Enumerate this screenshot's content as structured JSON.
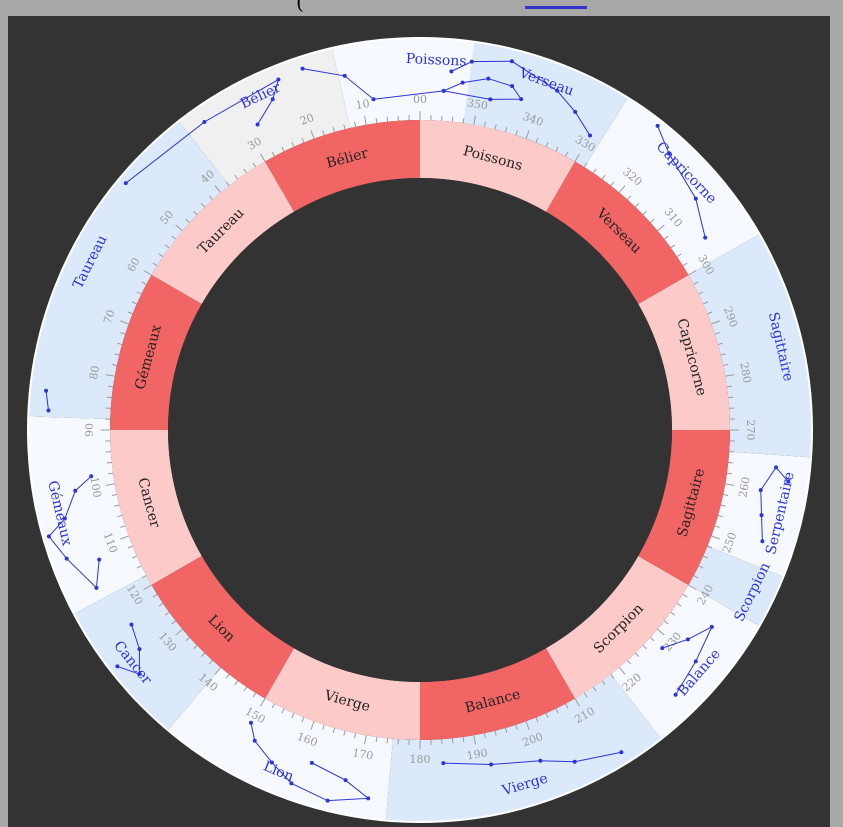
{
  "header": {
    "caption_fragment": "(",
    "caption_fragment_end": ")"
  },
  "wheel": {
    "colors": {
      "background": "#333333",
      "outer_ring_white": "#f6f9ff",
      "outer_ring_blue": "#dce9fa",
      "outer_ring_gray": "#f0f0f0",
      "sign_dark": "#f26565",
      "sign_light": "#fdcaca",
      "constellation": "#2b35d9",
      "tick": "#9a9a9a"
    },
    "signs": [
      {
        "name": "Bélier",
        "start": 0,
        "shade": "dark"
      },
      {
        "name": "Taureau",
        "start": 30,
        "shade": "light"
      },
      {
        "name": "Gémeaux",
        "start": 60,
        "shade": "dark"
      },
      {
        "name": "Cancer",
        "start": 90,
        "shade": "light"
      },
      {
        "name": "Lion",
        "start": 120,
        "shade": "dark"
      },
      {
        "name": "Vierge",
        "start": 150,
        "shade": "light"
      },
      {
        "name": "Balance",
        "start": 180,
        "shade": "dark"
      },
      {
        "name": "Scorpion",
        "start": 210,
        "shade": "light"
      },
      {
        "name": "Sagittaire",
        "start": 240,
        "shade": "dark"
      },
      {
        "name": "Capricorne",
        "start": 270,
        "shade": "light"
      },
      {
        "name": "Verseau",
        "start": 300,
        "shade": "dark"
      },
      {
        "name": "Poissons",
        "start": 330,
        "shade": "light"
      }
    ],
    "degree_labels": [
      "00",
      "10",
      "20",
      "30",
      "40",
      "50",
      "60",
      "70",
      "80",
      "90",
      "100",
      "110",
      "120",
      "130",
      "140",
      "150",
      "160",
      "170",
      "180",
      "190",
      "200",
      "210",
      "220",
      "230",
      "240",
      "250",
      "260",
      "270",
      "280",
      "290",
      "300",
      "310",
      "320",
      "330",
      "340",
      "350"
    ],
    "constellations": [
      {
        "name": "Poissons",
        "start": -18,
        "end": 13,
        "band": "white"
      },
      {
        "name": "Bélier",
        "start": 13,
        "end": 38,
        "band": "gray"
      },
      {
        "name": "Taureau",
        "start": 38,
        "end": 88,
        "band": "blue"
      },
      {
        "name": "Gémeaux",
        "start": 88,
        "end": 118,
        "band": "white"
      },
      {
        "name": "Cancer",
        "start": 118,
        "end": 140,
        "band": "blue"
      },
      {
        "name": "Lion",
        "start": 140,
        "end": 175,
        "band": "white"
      },
      {
        "name": "Vierge",
        "start": 175,
        "end": 218,
        "band": "blue"
      },
      {
        "name": "Balance",
        "start": 218,
        "end": 240,
        "band": "white"
      },
      {
        "name": "Scorpion",
        "start": 240,
        "end": 248,
        "band": "blue"
      },
      {
        "name": "Serpentaire",
        "start": 248,
        "end": 266,
        "band": "white"
      },
      {
        "name": "Sagittaire",
        "start": 266,
        "end": 300,
        "band": "blue"
      },
      {
        "name": "Capricorne",
        "start": 300,
        "end": 328,
        "band": "white"
      },
      {
        "name": "Verseau",
        "start": 328,
        "end": 352,
        "band": "blue"
      }
    ]
  }
}
